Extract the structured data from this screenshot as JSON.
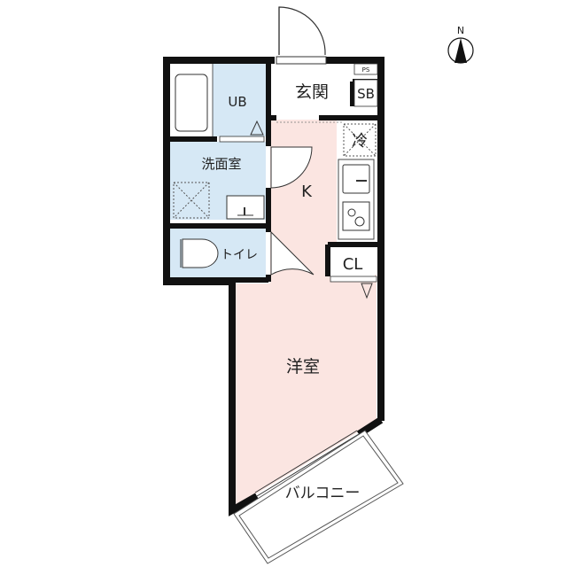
{
  "compass": {
    "label": "N"
  },
  "rooms": {
    "entrance": "玄関",
    "ps": "PS",
    "sb": "SB",
    "unit_bath": "UB",
    "refrigerator": "冷",
    "washroom": "洗面室",
    "kitchen": "K",
    "toilet": "トイレ",
    "closet": "CL",
    "western_room": "洋室",
    "balcony": "バルコニー"
  },
  "colors": {
    "wall": "#111111",
    "wet_area": "#d6e8f5",
    "living_area": "#fbe5e1",
    "white": "#ffffff"
  }
}
